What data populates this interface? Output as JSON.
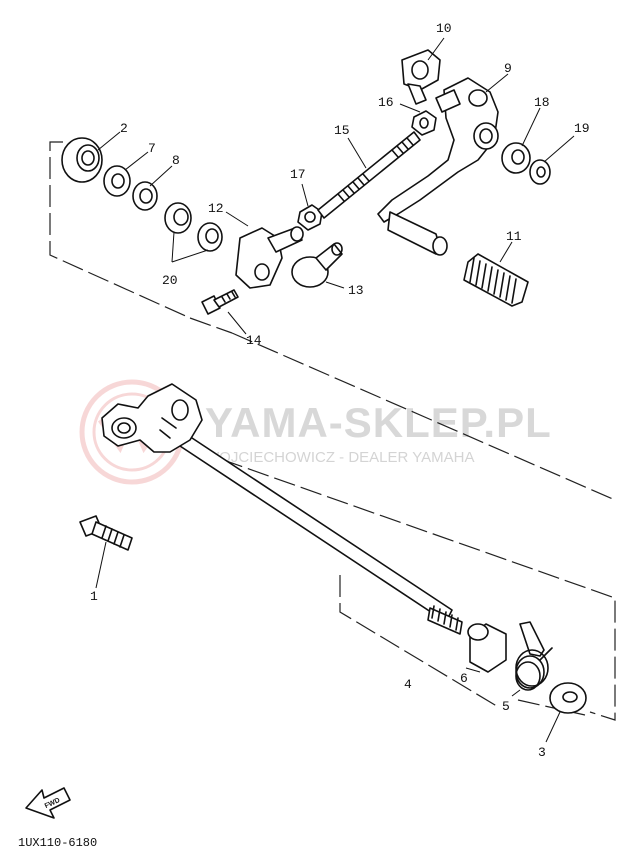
{
  "diagram": {
    "parts": [
      {
        "num": "1"
      },
      {
        "num": "2"
      },
      {
        "num": "3"
      },
      {
        "num": "4"
      },
      {
        "num": "5"
      },
      {
        "num": "6"
      },
      {
        "num": "7"
      },
      {
        "num": "8"
      },
      {
        "num": "9"
      },
      {
        "num": "10"
      },
      {
        "num": "11"
      },
      {
        "num": "12"
      },
      {
        "num": "13"
      },
      {
        "num": "14"
      },
      {
        "num": "15"
      },
      {
        "num": "16"
      },
      {
        "num": "17"
      },
      {
        "num": "18"
      },
      {
        "num": "19"
      },
      {
        "num": "20"
      }
    ],
    "fwd_label": "FWD",
    "diagram_code": "1UX110-6180"
  },
  "watermark": {
    "brand": "YAMA-SKLEP.PL",
    "tagline": "WOJCIECHOWICZ - DEALER YAMAHA",
    "color": "#f2b8b8"
  }
}
